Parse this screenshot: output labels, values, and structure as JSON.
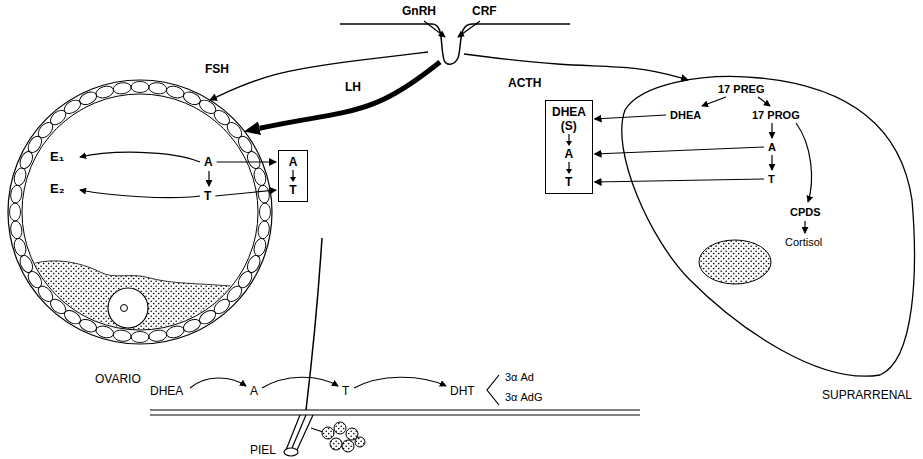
{
  "diagram": {
    "nodes": [
      {
        "text": [
          "GnRH",
          "CRF"
        ]
      },
      {
        "text": [
          "E₁",
          "E₂",
          "A",
          "T",
          "OVARIO"
        ]
      },
      {
        "text": [
          "A",
          "T"
        ]
      },
      {
        "text": [
          "DHEA (S)",
          "A",
          "T"
        ]
      },
      {
        "text": [
          "17 PREG",
          "DHEA",
          "17 PROG",
          "A",
          "T",
          "CPDS",
          "Cortisol",
          "SUPRARRENAL"
        ]
      }
    ],
    "edges": [
      {
        "from": 0,
        "to": 1,
        "label": "FSH",
        "arrow": "to"
      },
      {
        "from": 0,
        "to": 1,
        "label": "LH",
        "arrow": "to"
      },
      {
        "from": 0,
        "to": 4,
        "label": "ACTH",
        "arrow": "to"
      },
      {
        "from": 1,
        "to": 2,
        "arrow": "to"
      },
      {
        "from": 1,
        "to": 2,
        "arrow": "to"
      },
      {
        "from": 4,
        "to": 3,
        "arrow": "to"
      },
      {
        "from": 4,
        "to": 3,
        "arrow": "to"
      },
      {
        "from": 4,
        "to": 3,
        "arrow": "to"
      }
    ],
    "labels": [
      "DHEA",
      "A",
      "T",
      "DHT",
      "3α Ad",
      "3α AdG",
      "PIEL"
    ]
  }
}
